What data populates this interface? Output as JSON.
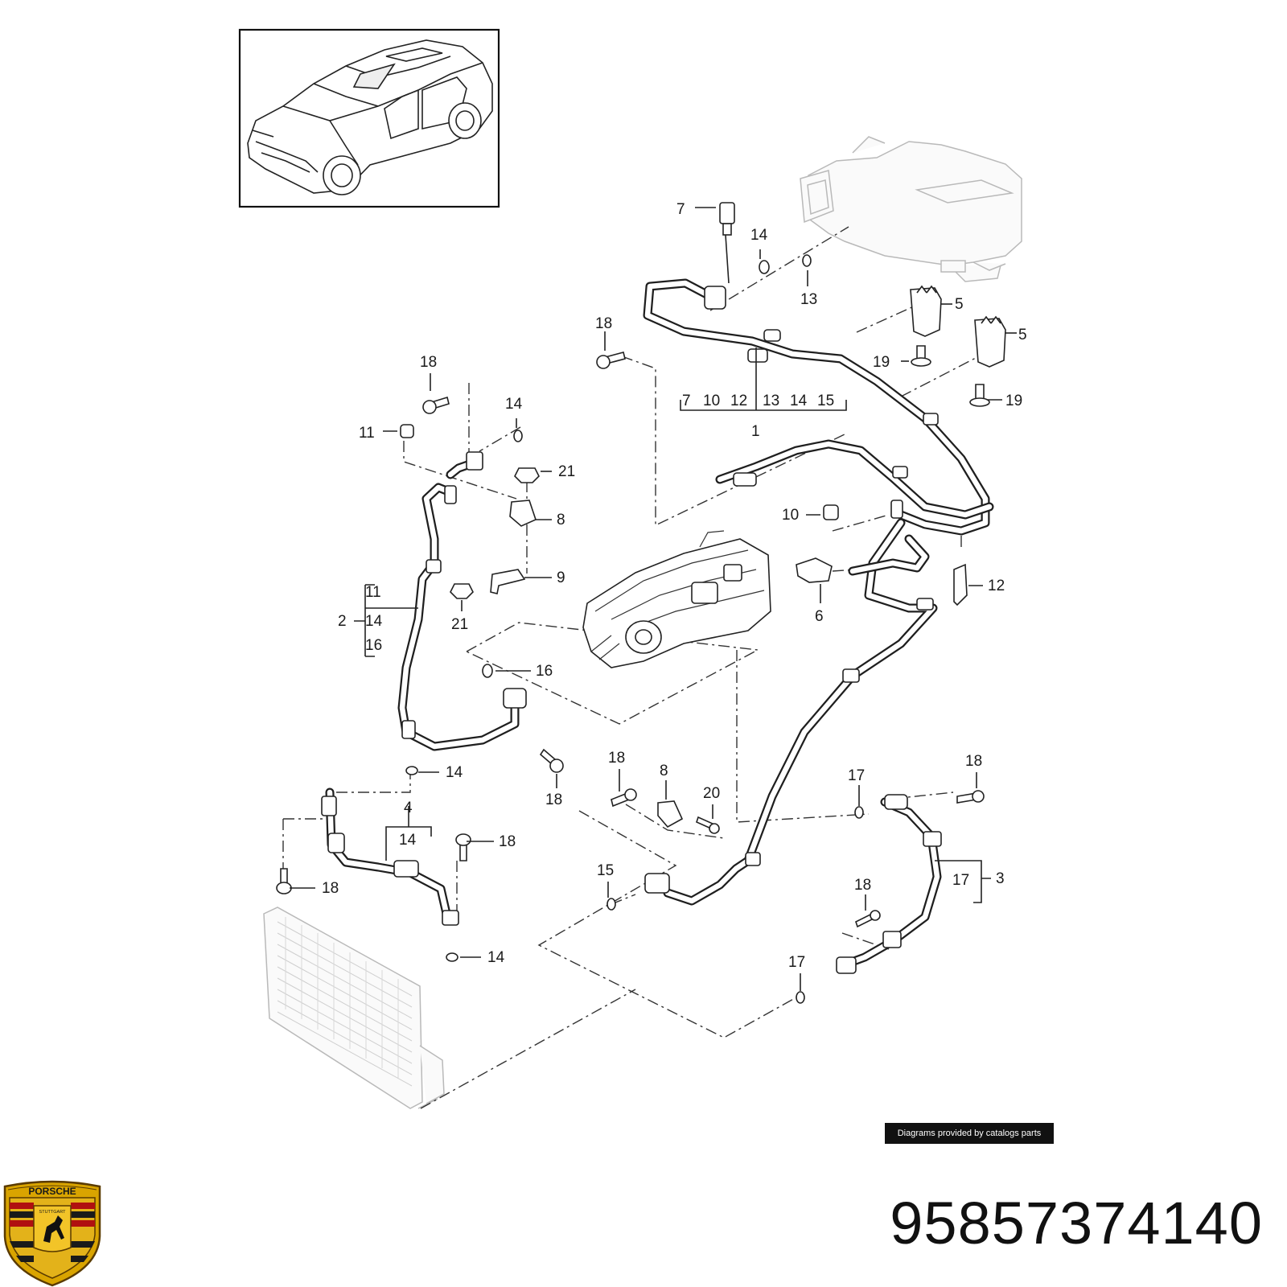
{
  "diagram": {
    "callouts": {
      "c7a": "7",
      "c14a": "14",
      "c13": "13",
      "c5a": "5",
      "c5b": "5",
      "c19a": "19",
      "c19b": "19",
      "c18a": "18",
      "c18b": "18",
      "g1a": "7",
      "g1b": "10",
      "g1c": "12",
      "g1d": "13",
      "g1e": "14",
      "g1f": "15",
      "c1": "1",
      "c14b": "14",
      "c11": "11",
      "c21a": "21",
      "c8a": "8",
      "c9": "9",
      "c21b": "21",
      "c10": "10",
      "c6": "6",
      "c12": "12",
      "c2": "2",
      "g2a": "11",
      "g2b": "14",
      "g2c": "16",
      "c16": "16",
      "c14c": "14",
      "c18c": "18",
      "c18d": "18",
      "c8b": "8",
      "c20": "20",
      "c17a": "17",
      "c18e": "18",
      "c4": "4",
      "g4a": "14",
      "c18f": "18",
      "c18g": "18",
      "c15": "15",
      "c14d": "14",
      "c18h": "18",
      "c17b": "17",
      "c3": "3",
      "g3a": "17"
    }
  },
  "banner": {
    "text": "Diagrams provided by catalogs parts"
  },
  "part_number": "95857374140",
  "logo": {
    "text_top": "PORSCHE",
    "text_center": "STUTTGART"
  }
}
